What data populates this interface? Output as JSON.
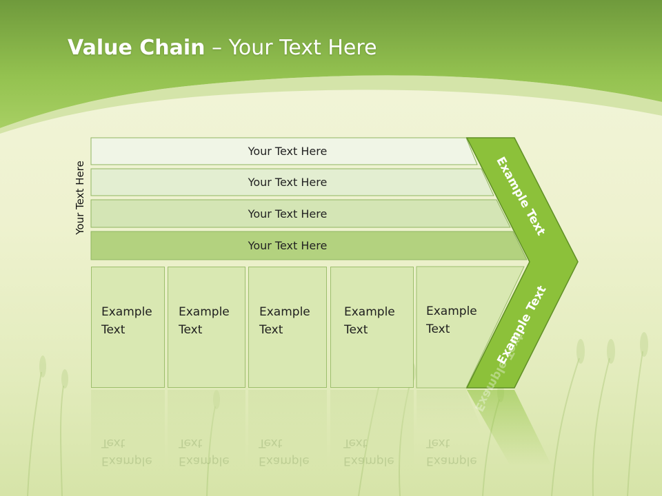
{
  "slide": {
    "title_bold": "Value Chain",
    "title_rest": " – Your Text Here"
  },
  "diagram": {
    "side_label": "Your Text Here",
    "support_rows": [
      {
        "label": "Your Text Here",
        "fill": "#f0f5e6"
      },
      {
        "label": "Your Text Here",
        "fill": "#e3eed1"
      },
      {
        "label": "Your Text Here",
        "fill": "#d4e5b5"
      },
      {
        "label": "Your Text Here",
        "fill": "#b3d27f"
      }
    ],
    "primary_boxes": [
      {
        "line1": "Example",
        "line2": "Text"
      },
      {
        "line1": "Example",
        "line2": "Text"
      },
      {
        "line1": "Example",
        "line2": "Text"
      },
      {
        "line1": "Example",
        "line2": "Text"
      },
      {
        "line1": "Example",
        "line2": "Text"
      }
    ],
    "margin_arrow": {
      "upper_label": "Example Text",
      "lower_label": "Example Text",
      "color": "#8cc13a",
      "border": "#5f8f25"
    }
  },
  "colors": {
    "header_green": "#8cbd4a",
    "header_dark": "#6f9a3c",
    "background": "#f1f4d8"
  }
}
